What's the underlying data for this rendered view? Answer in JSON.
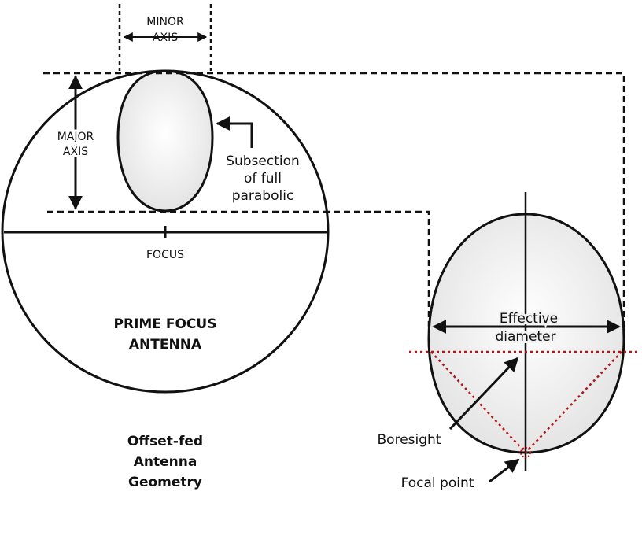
{
  "labels": {
    "minor_axis_1": "MINOR",
    "minor_axis_2": "AXIS",
    "major_axis_1": "MAJOR",
    "major_axis_2": "AXIS",
    "subsection_1": "Subsection",
    "subsection_2": "of full",
    "subsection_3": "parabolic",
    "focus": "FOCUS",
    "prime_focus_1": "PRIME FOCUS",
    "prime_focus_2": "ANTENNA",
    "effective_1": "Effective",
    "effective_2": "diameter",
    "boresight": "Boresight",
    "focal_point": "Focal point",
    "caption_1": "Offset-fed",
    "caption_2": "Antenna",
    "caption_3": "Geometry"
  },
  "colors": {
    "stroke": "#111111",
    "egg_fill": "#ededed",
    "dotted_red": "#b01818"
  }
}
